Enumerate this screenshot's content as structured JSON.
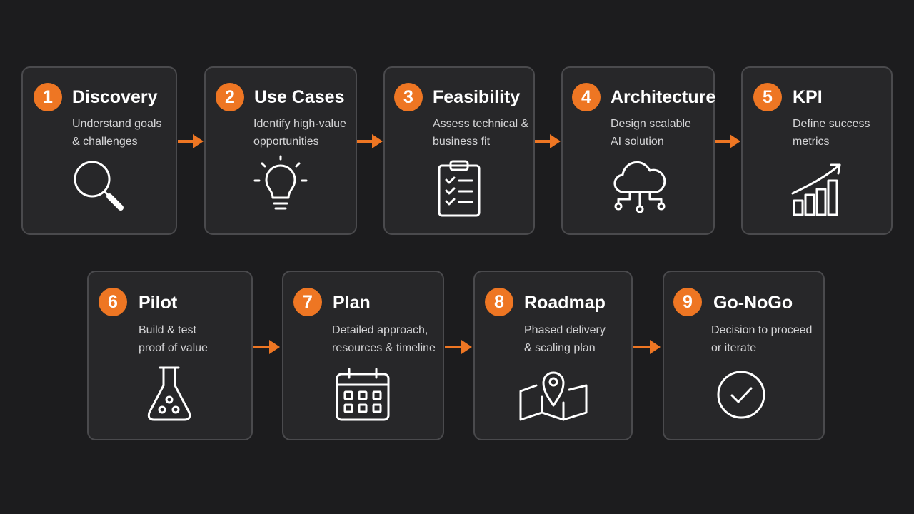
{
  "accent_color": "#ee7623",
  "background_color": "#1c1c1e",
  "steps": [
    {
      "number": "1",
      "title": "Discovery",
      "desc_lines": [
        "Understand goals",
        "& challenges"
      ],
      "icon": "magnifier-icon"
    },
    {
      "number": "2",
      "title": "Use Cases",
      "desc_lines": [
        "Identify high-value",
        "opportunities"
      ],
      "icon": "lightbulb-icon"
    },
    {
      "number": "3",
      "title": "Feasibility",
      "desc_lines": [
        "Assess technical &",
        "business fit"
      ],
      "icon": "clipboard-checklist-icon"
    },
    {
      "number": "4",
      "title": "Architecture",
      "desc_lines": [
        "Design scalable",
        "AI solution"
      ],
      "icon": "cloud-network-icon"
    },
    {
      "number": "5",
      "title": "KPI",
      "desc_lines": [
        "Define success",
        "metrics"
      ],
      "icon": "growth-chart-icon"
    },
    {
      "number": "6",
      "title": "Pilot",
      "desc_lines": [
        "Build & test",
        "proof of value"
      ],
      "icon": "flask-icon"
    },
    {
      "number": "7",
      "title": "Plan",
      "desc_lines": [
        "Detailed approach,",
        "resources & timeline"
      ],
      "icon": "calendar-icon"
    },
    {
      "number": "8",
      "title": "Roadmap",
      "desc_lines": [
        "Phased delivery",
        "& scaling plan"
      ],
      "icon": "map-pin-icon"
    },
    {
      "number": "9",
      "title": "Go-NoGo",
      "desc_lines": [
        "Decision to proceed",
        "or iterate"
      ],
      "icon": "check-circle-icon"
    }
  ]
}
